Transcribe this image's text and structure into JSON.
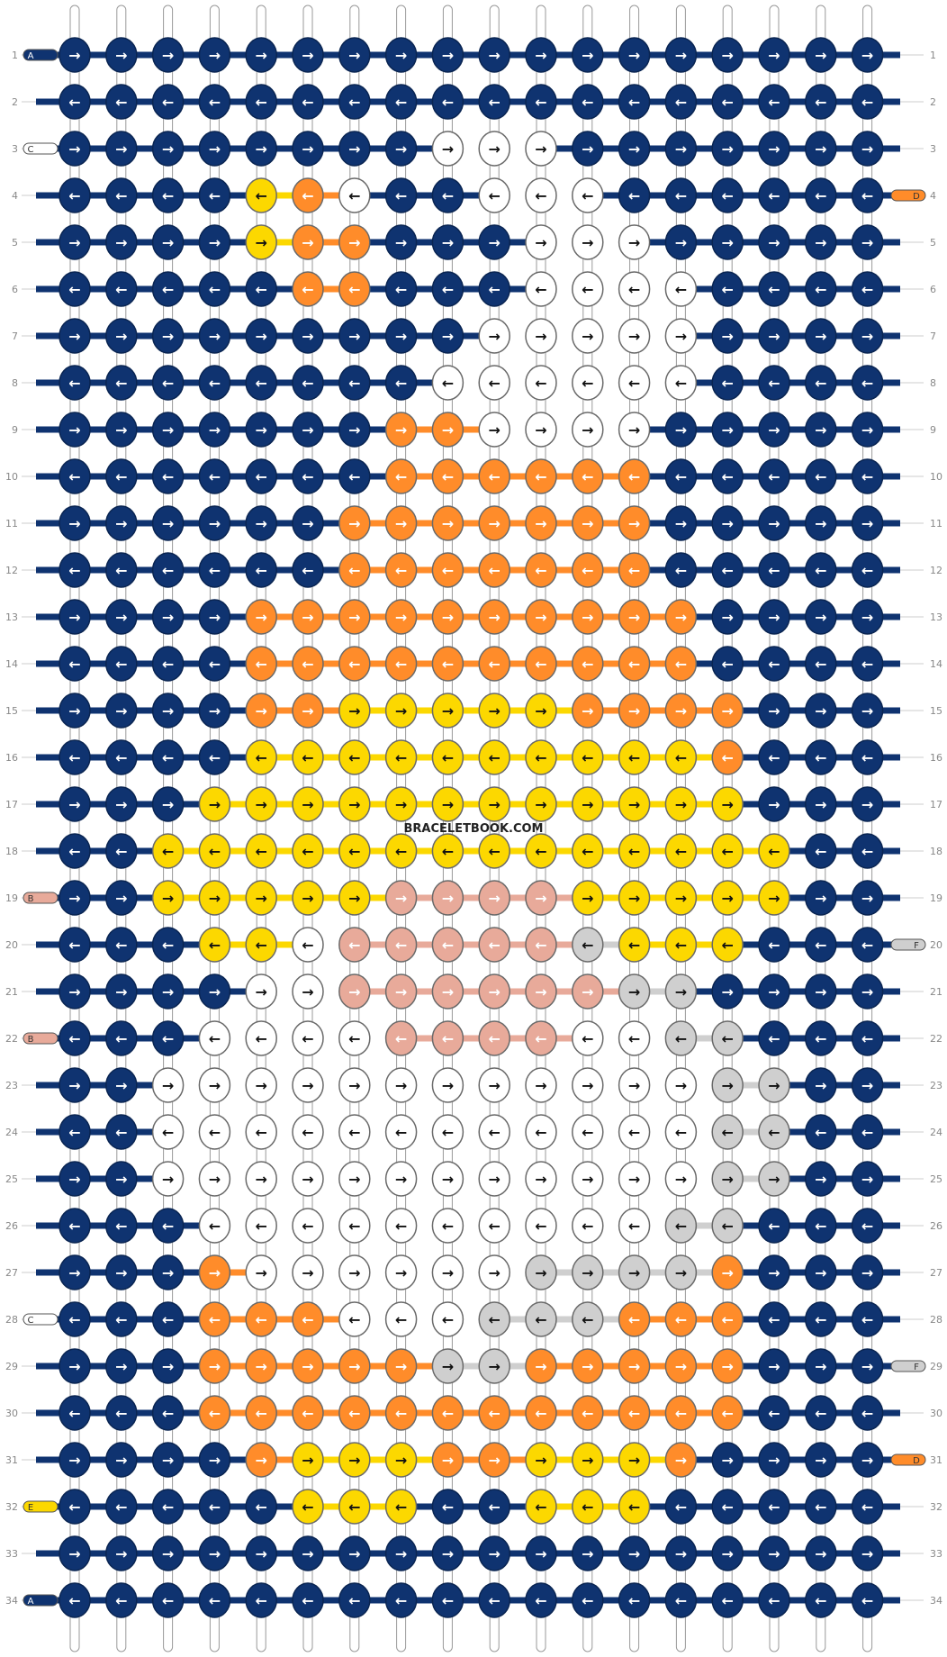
{
  "watermark": "BRACELETBOOK.COM",
  "colors": {
    "A": "#0f3370",
    "B": "#e8aa9a",
    "C": "#ffffff",
    "D": "#ff8c2a",
    "E": "#fcd800",
    "F": "#cfcfcf"
  },
  "string_tabs": [
    {
      "row": 1,
      "side": "left",
      "letter": "A"
    },
    {
      "row": 3,
      "side": "left",
      "letter": "C"
    },
    {
      "row": 19,
      "side": "left",
      "letter": "B"
    },
    {
      "row": 22,
      "side": "left",
      "letter": "B"
    },
    {
      "row": 28,
      "side": "left",
      "letter": "C"
    },
    {
      "row": 32,
      "side": "left",
      "letter": "E"
    },
    {
      "row": 34,
      "side": "left",
      "letter": "A"
    },
    {
      "row": 4,
      "side": "right",
      "letter": "D"
    },
    {
      "row": 20,
      "side": "right",
      "letter": "F"
    },
    {
      "row": 29,
      "side": "right",
      "letter": "F"
    },
    {
      "row": 31,
      "side": "right",
      "letter": "D"
    }
  ],
  "row_labels": [
    "1",
    "2",
    "3",
    "4",
    "5",
    "6",
    "7",
    "8",
    "9",
    "10",
    "11",
    "12",
    "13",
    "14",
    "15",
    "16",
    "17",
    "18",
    "19",
    "20",
    "21",
    "22",
    "23",
    "24",
    "25",
    "26",
    "27",
    "28",
    "29",
    "30",
    "31",
    "32",
    "33",
    "34"
  ],
  "arrow_right": "→",
  "arrow_left": "←",
  "knot_rows": [
    "AAAAAAAAAAAAAAAAAA",
    "AAAAAAAAAAAAAAAAAA",
    "AAAAAAAACCCAAAAAAA",
    "AAAAEDCAACCCAAAAAA",
    "AAAAEDDAAACCCAAAAA",
    "AAAAADDAAACCCCAAAA",
    "AAAAAAAAACCCCCAAAA",
    "AAAAAAAACCCCCCAAAA",
    "AAAAAAADDCCCCAAAAA",
    "AAAAAAADDDDDDAAAAA",
    "AAAAAADDDDDDDAAAAA",
    "AAAAAADDDDDDDAAAAA",
    "AAAADDDDDDDDDDAAAA",
    "AAAADDDDDDDDDDAAAA",
    "AAAADDEEEEEDDDDAAA",
    "AAAAEEEEEEEEEEDAAA",
    "AAAEEEEEEEEEEEEAAA",
    "AAEEEEEEEEEEEEEEAA",
    "AAEEEEEBBBBEEEEEAA",
    "AAAEECBBBBBFEEEAAA",
    "AAAACCBBBBBBFFAAAA",
    "AAACCCCBBBBCCFFAAA",
    "AACCCCCCCCCCCCFFAA",
    "AACCCCCCCCCCCCFFAA",
    "AACCCCCCCCCCCCFFAA",
    "AAACCCCCCCCCCFFAAA",
    "AAADCCCCCCFFFFDAAA",
    "AAADDDCCCFFFDDDAAA",
    "AAADDDDDFFDDDDDAAA",
    "AAADDDDDDDDDDDDAAA",
    "AAAADEEEDDEEEDAAAA",
    "AAAAAEEEAAEEEAAAAA",
    "AAAAAAAAAAAAAAAAAA",
    "AAAAAAAAAAAAAAAAAA"
  ]
}
